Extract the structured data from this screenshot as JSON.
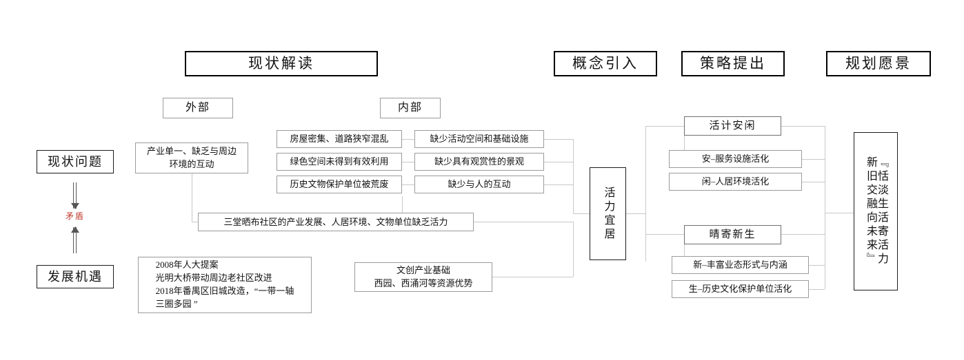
{
  "diagram": {
    "title": "三堂晒布社区活力宜居规划分析框架",
    "accent_red": "#c0392b",
    "line_color": "#c8c8c8"
  },
  "phases": [
    {
      "id": "phase-status",
      "label": "现状解读"
    },
    {
      "id": "phase-concept",
      "label": "概念引入"
    },
    {
      "id": "phase-strategy",
      "label": "策略提出"
    },
    {
      "id": "phase-vision",
      "label": "规划愿景"
    }
  ],
  "side_labels": [
    {
      "id": "label-external",
      "label": "外部"
    },
    {
      "id": "label-internal",
      "label": "内部"
    }
  ],
  "left_nodes": [
    {
      "id": "current-problem",
      "label": "现状问题"
    },
    {
      "id": "development-opportunity",
      "label": "发展机遇"
    }
  ],
  "relation": {
    "label": "矛盾",
    "color": "#c0392b"
  },
  "external_problem": "产业单一、缺乏与周边\n环境的互动",
  "internal_problems_left": [
    {
      "id": "problem-housing",
      "label": "房屋密集、道路狭窄混乱"
    },
    {
      "id": "problem-green",
      "label": "绿色空间未得到有效利用"
    },
    {
      "id": "problem-heritage",
      "label": "历史文物保护单位被荒废"
    }
  ],
  "internal_problems_right": [
    {
      "id": "problem-space",
      "label": "缺少活动空间和基础设施"
    },
    {
      "id": "problem-landscape",
      "label": "缺少具有观赏性的景观"
    },
    {
      "id": "problem-interaction",
      "label": "缺少与人的互动"
    }
  ],
  "summary_problem": "三堂晒布社区的产业发展、人居环境、文物单位缺乏活力",
  "opportunity_policy": "2008年人大提案\n光明大桥带动周边老社区改进\n2018年番禺区旧城改造，“一带一轴\n三圈多园 ”",
  "opportunity_resource": "文创产业基础\n西园、西涌河等资源优势",
  "concept": {
    "id": "concept-vitality",
    "label": "活力宜居"
  },
  "strategies": [
    {
      "id": "strategy-leisure",
      "title": "活计安闲",
      "items": [
        {
          "id": "strategy-an",
          "label": "安–服务设施活化"
        },
        {
          "id": "strategy-xian",
          "label": "闲–人居环境活化"
        }
      ]
    },
    {
      "id": "strategy-rebirth",
      "title": "晴寄新生",
      "items": [
        {
          "id": "strategy-xin",
          "label": "新–丰富业态形式与内涵"
        },
        {
          "id": "strategy-sheng",
          "label": "生–历史文化保护单位活化"
        }
      ]
    }
  ],
  "vision": {
    "id": "vision-box",
    "column_left": "新旧交融向未来』",
    "column_right": "『恬淡生活寄活力"
  }
}
